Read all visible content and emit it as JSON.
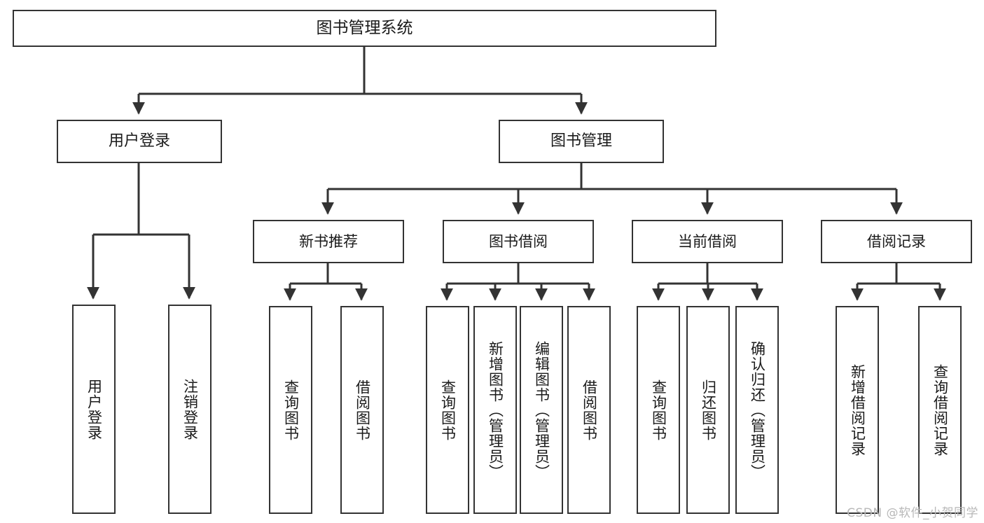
{
  "diagram": {
    "title": "图书管理系统",
    "watermark": "CSDN @软件_小贺同学",
    "colors": {
      "stroke": "#333333",
      "fill": "#ffffff",
      "text": "#1a1a1a",
      "watermark": "#b8b8b8"
    },
    "nodes": {
      "root": {
        "label": "图书管理系统"
      },
      "level2": [
        {
          "label": "用户登录"
        },
        {
          "label": "图书管理"
        }
      ],
      "level3": [
        {
          "label": "新书推荐"
        },
        {
          "label": "图书借阅"
        },
        {
          "label": "当前借阅"
        },
        {
          "label": "借阅记录"
        }
      ],
      "leaves_user_login": [
        {
          "label": "用户登录"
        },
        {
          "label": "注销登录"
        }
      ],
      "leaves_new_books": [
        {
          "label": "查询图书"
        },
        {
          "label": "借阅图书"
        }
      ],
      "leaves_borrow": [
        {
          "label": "查询图书"
        },
        {
          "label": "新增图书（管理员）"
        },
        {
          "label": "编辑图书（管理员）"
        },
        {
          "label": "借阅图书"
        }
      ],
      "leaves_current": [
        {
          "label": "查询图书"
        },
        {
          "label": "归还图书"
        },
        {
          "label": "确认归还（管理员）"
        }
      ],
      "leaves_records": [
        {
          "label": "新增借阅记录"
        },
        {
          "label": "查询借阅记录"
        }
      ]
    }
  }
}
